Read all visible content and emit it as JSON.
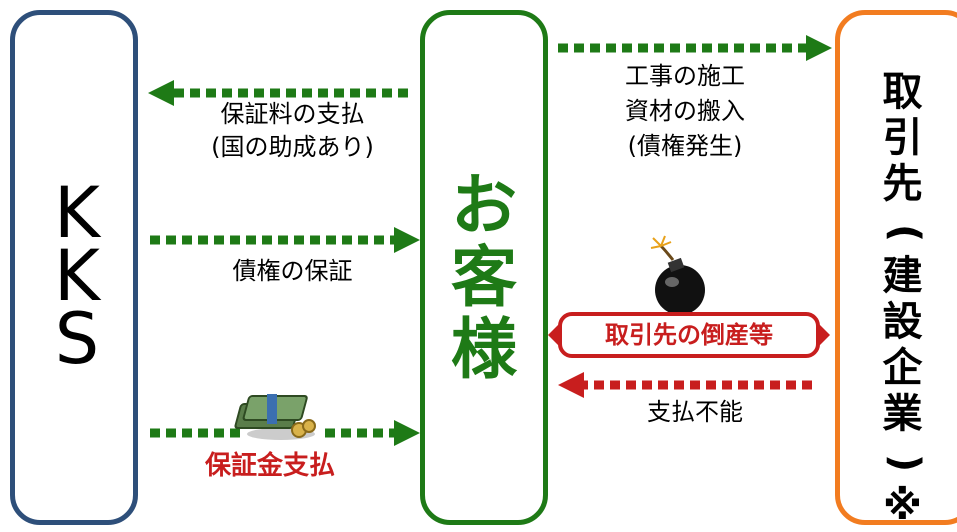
{
  "nodes": {
    "kks": {
      "chars": [
        "K",
        "K",
        "S"
      ]
    },
    "customer": {
      "chars": [
        "お",
        "客",
        "様"
      ]
    },
    "partner": {
      "chars": [
        "取",
        "引",
        "先",
        "(",
        "建",
        "設",
        "企",
        "業",
        ")",
        "※"
      ]
    }
  },
  "flows": {
    "premium_line1": "保証料の支払",
    "premium_line2": "(国の助成あり)",
    "guarantee": "債権の保証",
    "payout": "保証金支払",
    "construction_line1": "工事の施工",
    "construction_line2": "資材の搬入",
    "construction_line3": "(債権発生)",
    "bankruptcy": "取引先の倒産等",
    "nonpayment": "支払不能"
  },
  "colors": {
    "kks_border": "#2e4f7a",
    "customer": "#1e7a16",
    "partner_border": "#f27c20",
    "alert_red": "#c81e1e",
    "arrow_green": "#1e7a16"
  },
  "icons": [
    "money-stack-icon",
    "bomb-icon"
  ]
}
